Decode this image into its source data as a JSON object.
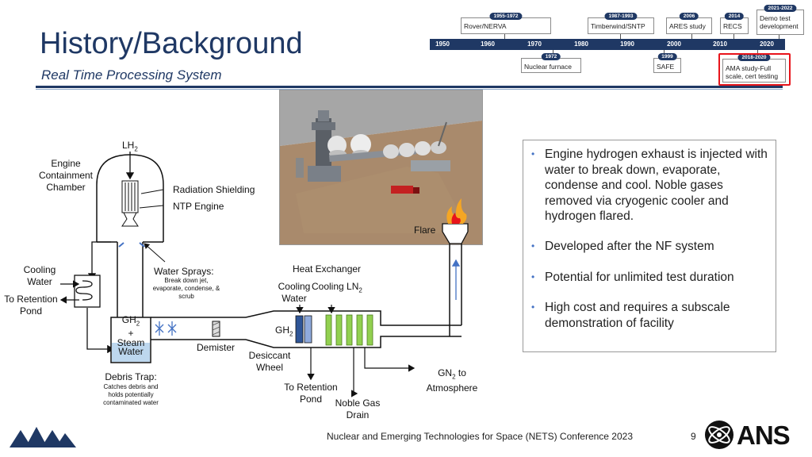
{
  "header": {
    "title": "History/Background",
    "subtitle": "Real Time Processing System"
  },
  "timeline": {
    "years": [
      "1950",
      "1960",
      "1970",
      "1980",
      "1990",
      "2000",
      "2010",
      "2020"
    ],
    "events_top": [
      {
        "period": "1955-1972",
        "label": "Rover/NERVA"
      },
      {
        "period": "1987-1993",
        "label": "Timberwind/SNTP"
      },
      {
        "period": "2006",
        "label": "ARES study"
      },
      {
        "period": "2014",
        "label": "RECS"
      },
      {
        "period": "2021-2022",
        "label": "Demo test development"
      }
    ],
    "events_bottom": [
      {
        "period": "1972",
        "label": "Nuclear furnace"
      },
      {
        "period": "1999",
        "label": "SAFE"
      },
      {
        "period": "2018-2020",
        "label": "AMA study-Full scale, cert testing"
      }
    ],
    "highlight_color": "#e8141b"
  },
  "diagram": {
    "lh2": "LH",
    "lh2_sub": "2",
    "engine_containment": "Engine Containment Chamber",
    "radiation_shielding": "Radiation Shielding",
    "ntp_engine": "NTP Engine",
    "cooling_water_left": "Cooling Water",
    "to_retention_pond_left": "To Retention Pond",
    "water_sprays": "Water Sprays:",
    "water_sprays_detail": "Break down jet, evaporate, condense, & scrub",
    "gh2": "GH",
    "gh2_sub": "2",
    "plus": "+",
    "steam": "Steam",
    "water": "Water",
    "demister": "Demister",
    "debris_trap": "Debris Trap:",
    "debris_trap_detail": "Catches debris and holds potentially contaminated water",
    "desiccant_wheel": "Desiccant Wheel",
    "heat_exchanger": "Heat Exchanger",
    "cooling_water_hx": "Cooling Water",
    "cooling_ln2": "Cooling LN",
    "ln2_sub": "2",
    "gh2_hx": "GH",
    "gh2_hx_sub": "2",
    "to_retention_pond_hx": "To Retention Pond",
    "noble_gas_drain": "Noble Gas Drain",
    "gn2": "GN",
    "gn2_sub": "2",
    "gn2_rest": " to Atmosphere",
    "flare": "Flare"
  },
  "bullets": [
    "Engine hydrogen exhaust is injected with water to break down, evaporate, condense and cool.  Noble gases removed via cryogenic cooler and hydrogen flared.",
    "Developed after the NF system",
    "Potential for unlimited test duration",
    "High cost and requires a subscale demonstration of facility"
  ],
  "footer": {
    "conference": "Nuclear and Emerging Technologies for Space (NETS) Conference 2023",
    "page": "9",
    "ans_logo": "ANS"
  },
  "colors": {
    "title": "#1f3864",
    "accent_blue": "#4472c4",
    "ln2_green": "#92d050",
    "flare_orange": "#f5a623"
  }
}
